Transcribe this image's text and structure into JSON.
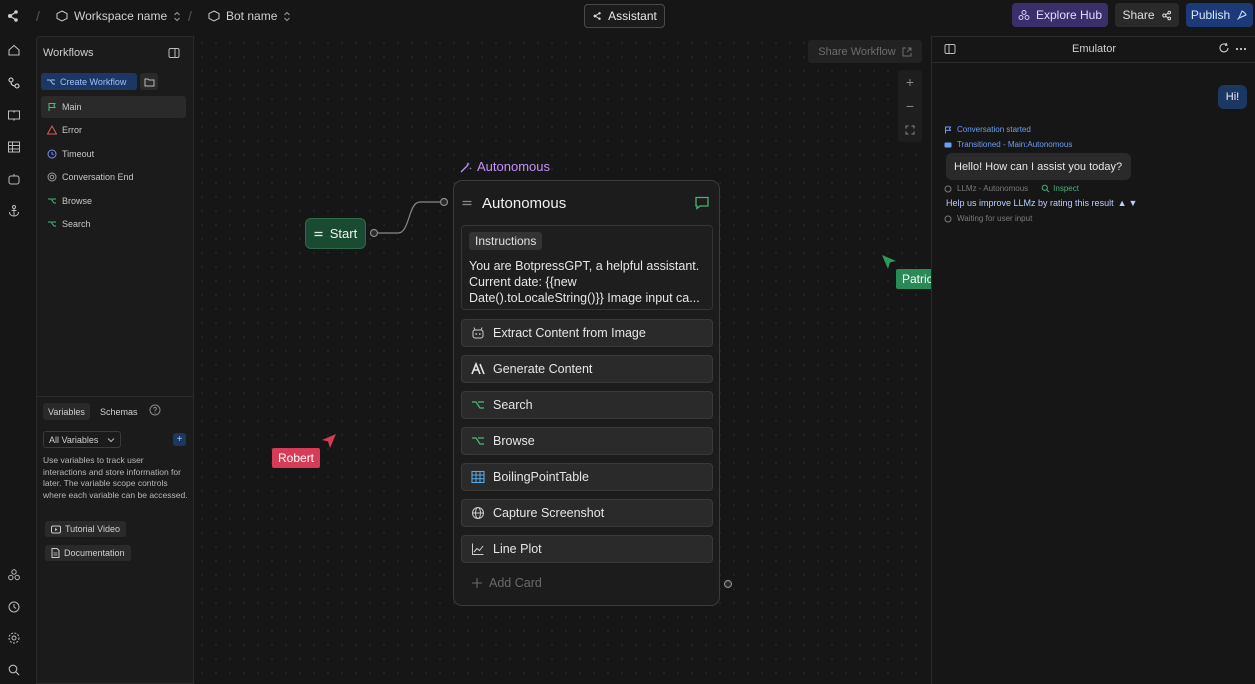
{
  "topbar": {
    "workspace": "Workspace name",
    "bot": "Bot name",
    "assistant": "Assistant",
    "explore_hub": "Explore Hub",
    "share": "Share",
    "publish": "Publish"
  },
  "workflows": {
    "title": "Workflows",
    "create": "Create Workflow",
    "items": [
      {
        "label": "Main",
        "icon": "flag-icon"
      },
      {
        "label": "Error",
        "icon": "warning-icon"
      },
      {
        "label": "Timeout",
        "icon": "clock-icon"
      },
      {
        "label": "Conversation End",
        "icon": "end-icon"
      },
      {
        "label": "Browse",
        "icon": "branch-icon"
      },
      {
        "label": "Search",
        "icon": "branch-icon"
      }
    ]
  },
  "variables": {
    "tabs": [
      "Variables",
      "Schemas"
    ],
    "filter": "All Variables",
    "description": "Use variables to track user interactions and store information for later. The variable scope controls where each variable can be accessed.",
    "tutorial": "Tutorial Video",
    "documentation": "Documentation"
  },
  "canvas": {
    "share_workflow": "Share Workflow",
    "start": "Start",
    "node_label": "Autonomous",
    "node_title": "Autonomous",
    "instructions_tag": "Instructions",
    "instructions_text": "You are BotpressGPT, a helpful assistant. Current date: {{new Date().toLocaleString()}} Image input ca...",
    "cards": [
      {
        "label": "Extract Content from Image",
        "icon": "robot-icon"
      },
      {
        "label": "Generate Content",
        "icon": "ai-icon"
      },
      {
        "label": "Search",
        "icon": "branch-icon"
      },
      {
        "label": "Browse",
        "icon": "branch-icon"
      },
      {
        "label": "BoilingPointTable",
        "icon": "table-icon"
      },
      {
        "label": "Capture Screenshot",
        "icon": "globe-icon"
      },
      {
        "label": "Line Plot",
        "icon": "line-chart-icon"
      }
    ],
    "add_card": "Add Card",
    "cursor_robert": "Robert",
    "cursor_patrick": "Patrick"
  },
  "emulator": {
    "title": "Emulator",
    "user_msg": "Hi!",
    "conversation_started": "Conversation started",
    "transitioned": "Transitioned - Main:Autonomous",
    "bot_msg": "Hello! How can I assist you today?",
    "llmz": "LLMz - Autonomous",
    "inspect": "Inspect",
    "improve": "Help us improve LLMz by rating this result",
    "waiting": "Waiting for user input"
  },
  "colors": {
    "accent_blue": "#1d3763",
    "start_green": "#1b4a33",
    "autonomous_purple": "#c490ff",
    "robert": "#d63b57",
    "patrick": "#2a8a55"
  }
}
